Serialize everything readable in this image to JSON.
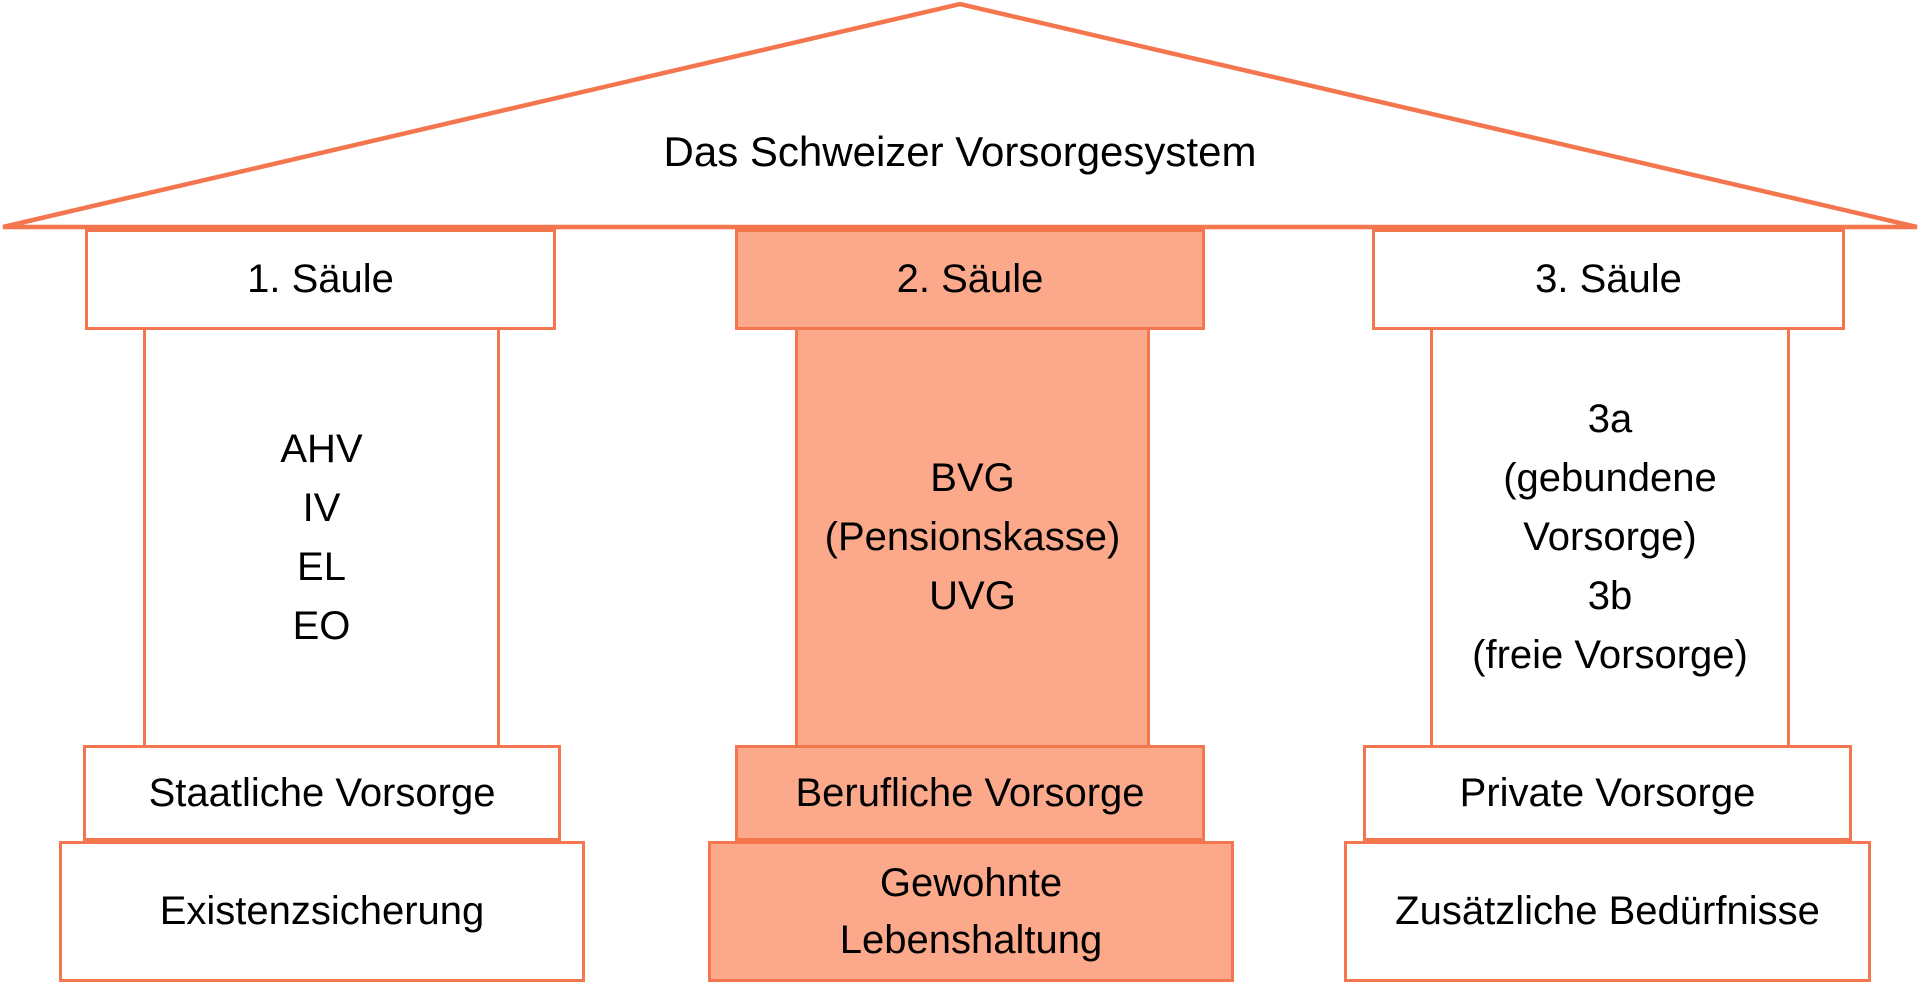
{
  "title": "Das Schweizer Vorsorgesystem",
  "colors": {
    "accent_border": "#F4764E",
    "highlight_fill": "#FBA98A",
    "text": "#000000",
    "background": "#FFFFFF"
  },
  "pillars": [
    {
      "name": "1. Säule",
      "highlighted": false,
      "shaft_lines": [
        "AHV",
        "IV",
        "EL",
        "EO"
      ],
      "capital": "Staatliche Vorsorge",
      "base_lines": [
        "Existenzsicherung"
      ]
    },
    {
      "name": "2. Säule",
      "highlighted": true,
      "shaft_lines": [
        "BVG",
        "(Pensionskasse)",
        "UVG"
      ],
      "capital": "Berufliche Vorsorge",
      "base_lines": [
        "Gewohnte",
        "Lebenshaltung"
      ]
    },
    {
      "name": "3. Säule",
      "highlighted": false,
      "shaft_lines": [
        "3a",
        "(gebundene",
        "Vorsorge)",
        "3b",
        "(freie Vorsorge)"
      ],
      "capital": "Private Vorsorge",
      "base_lines": [
        "Zusätzliche Bedürfnisse"
      ]
    }
  ]
}
